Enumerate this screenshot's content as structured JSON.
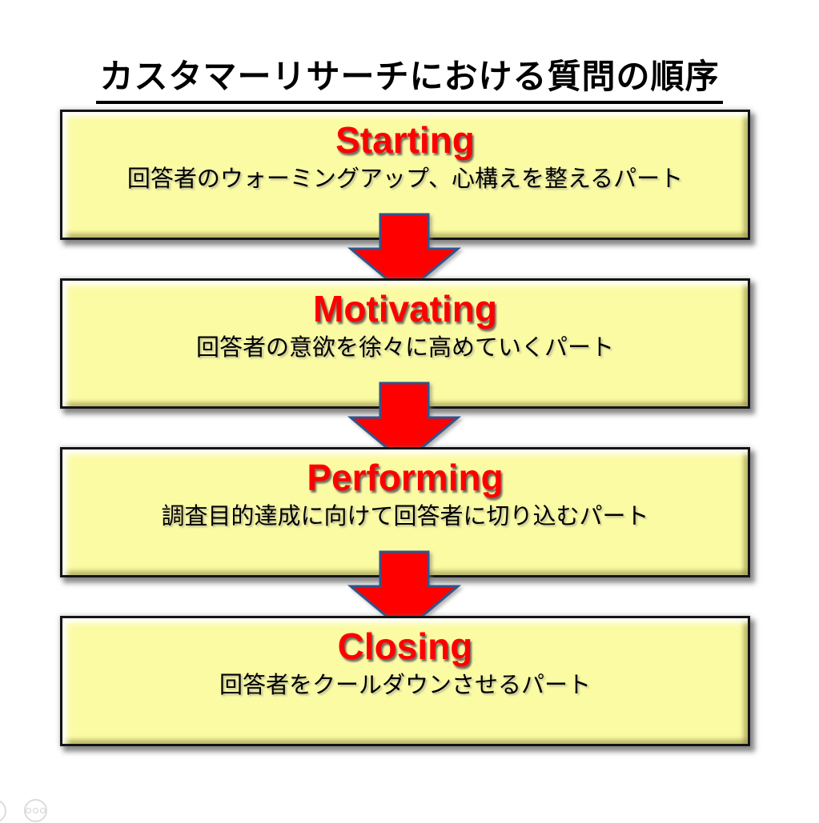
{
  "page": {
    "title": "カスタマーリサーチにおける質問の順序"
  },
  "stages": [
    {
      "name": "Starting",
      "description": "回答者のウォーミングアップ、心構えを整えるパート"
    },
    {
      "name": "Motivating",
      "description": "回答者の意欲を徐々に高めていくパート"
    },
    {
      "name": "Performing",
      "description": "調査目的達成に向けて回答者に切り込むパート"
    },
    {
      "name": "Closing",
      "description": "回答者をクールダウンさせるパート"
    }
  ],
  "connectors": [
    {
      "icon": "down-arrow-icon",
      "from": "Starting",
      "to": "Motivating"
    },
    {
      "icon": "down-arrow-icon",
      "from": "Motivating",
      "to": "Performing"
    },
    {
      "icon": "down-arrow-icon",
      "from": "Performing",
      "to": "Closing"
    }
  ],
  "colors": {
    "box_fill": "#FBFBA4",
    "box_border": "#141414",
    "stage_title_red": "#FF0000",
    "arrow_fill": "#FF0000",
    "arrow_outline": "#31548B",
    "title_text": "#000000",
    "background": "#FFFFFF"
  },
  "footer_controls": {
    "more_options_icon": "ellipsis",
    "partial_button_icon": "circle"
  }
}
